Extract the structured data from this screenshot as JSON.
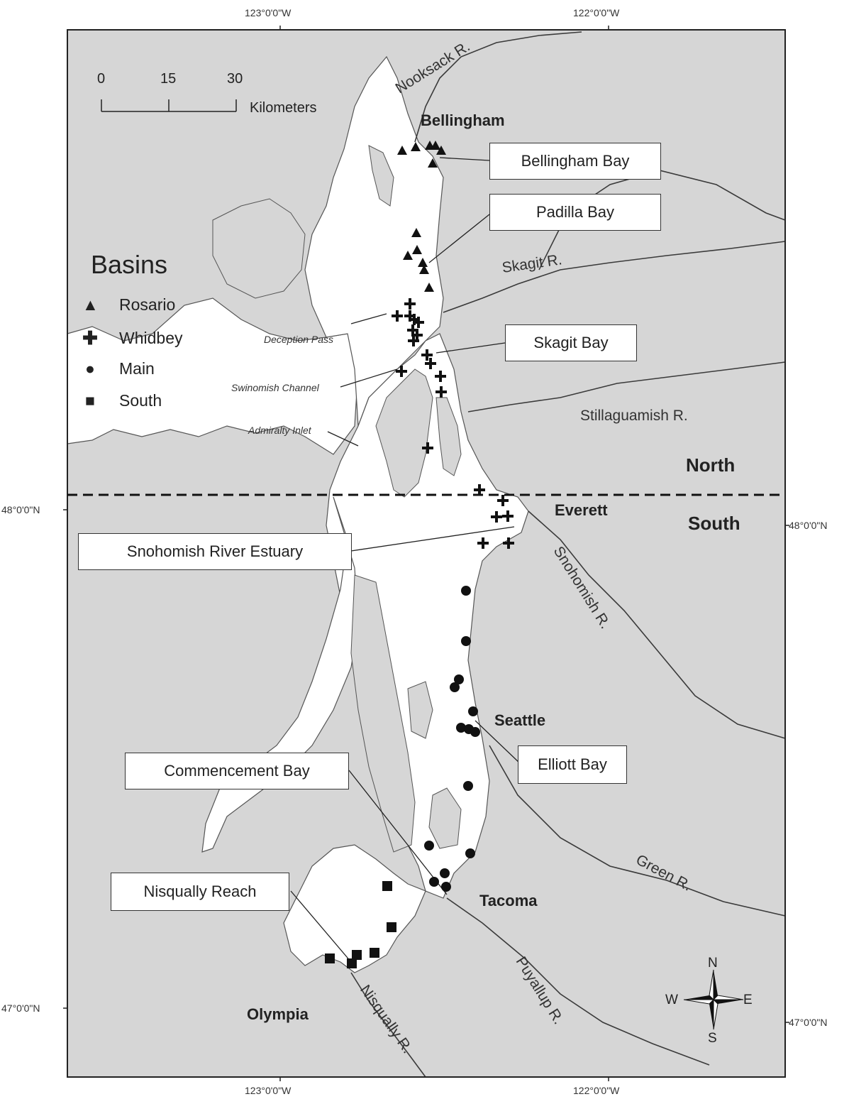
{
  "graticule": {
    "lon_123": "123°0'0\"W",
    "lon_122": "122°0'0\"W",
    "lat_48": "48°0'0\"N",
    "lat_47": "47°0'0\"N"
  },
  "scale_bar": {
    "ticks": [
      "0",
      "15",
      "30"
    ],
    "unit": "Kilometers"
  },
  "legend": {
    "title": "Basins",
    "items": [
      {
        "label": "Rosario",
        "symbol": "triangle"
      },
      {
        "label": "Whidbey",
        "symbol": "cross"
      },
      {
        "label": "Main",
        "symbol": "circle"
      },
      {
        "label": "South",
        "symbol": "square"
      }
    ]
  },
  "cities": {
    "bellingham": "Bellingham",
    "everett": "Everett",
    "seattle": "Seattle",
    "tacoma": "Tacoma",
    "olympia": "Olympia"
  },
  "rivers": {
    "nooksack": "Nooksack R.",
    "skagit": "Skagit R.",
    "stillaguamish": "Stillaguamish R.",
    "snohomish": "Snohomish R.",
    "green": "Green R.",
    "puyallup": "Puyallup R.",
    "nisqually": "Nisqually R."
  },
  "passages": {
    "deception": "Deception Pass",
    "swinomish": "Swinomish Channel",
    "admiralty": "Admiralty Inlet"
  },
  "regions": {
    "north": "North",
    "south": "South"
  },
  "callouts": {
    "bellingham_bay": "Bellingham Bay",
    "padilla_bay": "Padilla Bay",
    "skagit_bay": "Skagit Bay",
    "snohomish_estuary": "Snohomish River Estuary",
    "elliott_bay": "Elliott Bay",
    "commencement_bay": "Commencement Bay",
    "nisqually_reach": "Nisqually Reach"
  },
  "compass": {
    "n": "N",
    "s": "S",
    "e": "E",
    "w": "W"
  },
  "colors": {
    "land": "#d6d6d6",
    "water": "#ffffff",
    "outline": "#333333",
    "river": "#3a3a3a"
  }
}
